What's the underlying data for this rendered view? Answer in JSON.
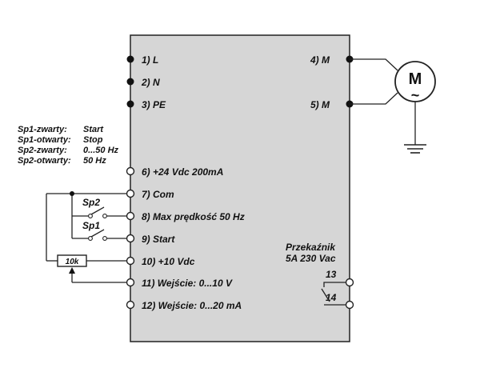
{
  "terminals_left": {
    "L": "1) L",
    "N": "2) N",
    "PE": "3) PE",
    "v24": "6) +24 Vdc 200mA",
    "com": "7) Com",
    "max_speed": "8) Max prędkość 50 Hz",
    "start": "9) Start",
    "v10": "10) +10 Vdc",
    "in_v": "11) Wejście: 0...10 V",
    "in_ma": "12) Wejście: 0...20 mA"
  },
  "terminals_right": {
    "m4": "4) M",
    "m5": "5) M"
  },
  "motor": {
    "label": "M",
    "symbol": "~"
  },
  "legend": [
    {
      "key": "Sp1-zwarty:",
      "value": "Start"
    },
    {
      "key": "Sp1-otwarty:",
      "value": "Stop"
    },
    {
      "key": "Sp2-zwarty:",
      "value": "0...50 Hz"
    },
    {
      "key": "Sp2-otwarty:",
      "value": "50 Hz"
    }
  ],
  "switches": {
    "sp2": "Sp2",
    "sp1": "Sp1"
  },
  "potentiometer": {
    "label": "10k"
  },
  "relay": {
    "title_line1": "Przekaźnik",
    "title_line2": "5A 230 Vac",
    "pin13": "13",
    "pin14": "14"
  }
}
